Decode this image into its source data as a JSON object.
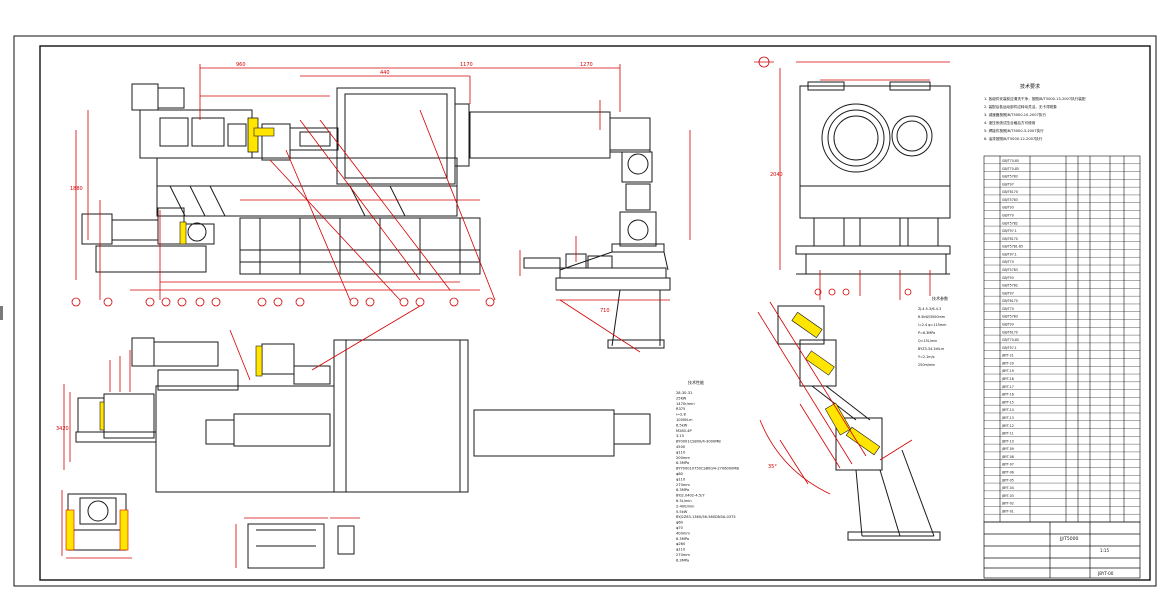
{
  "drawing": {
    "title_block": {
      "drawing_number": "JBYT-00",
      "name": "JJ/T5000",
      "scale": "1:15"
    },
    "notes_title": "技术要求",
    "notes": [
      "1. 各组件安装前应清洗干净，按照JB/T5000.13-2007执行装配",
      "2. 装配后各运动部件应转动灵活，无卡滞现象",
      "3. 减速器按照JB/T5000.10-2007执行",
      "4. 液压系统试压合格后方可使用",
      "5. 焊接件按照JB/T5000.3-2007执行",
      "6. 油漆按照JB/T5000.12-2007执行"
    ],
    "spec_heading": "技术性能",
    "specs": [
      "28-30-31",
      "25KW",
      "1470r/min",
      "R375",
      "i=2.8",
      "1000N.m",
      "6.5kW",
      "M280-4P",
      "3.15",
      "BY0001CS800/4-3000MB",
      "4500",
      "φ110",
      "200mm",
      "6.3MPa",
      "BYY00010750CS800/4-2706000MB",
      "φ80",
      "φ110",
      "270mm",
      "6.3MPa",
      "BYJ2.0402-4.5/7",
      "6.3L/min",
      "2-400/min",
      "5.5kW",
      "BYJ2Z63.1360/56-560DN3A-0375",
      "φ60",
      "φ70",
      "400mm",
      "6.3MPa",
      "φ260",
      "φ110",
      "270mm",
      "6.3MPa"
    ],
    "left_spec_title": "技术参数",
    "left_specs": [
      "ZJ-4.5-3/6-4.3",
      "6.5kW/3000mm",
      "i=2.4 φ=115mm",
      "P=6.3MPa",
      "Q=15L/min",
      "BYZ3-34.1kN.m",
      "Y=2.1m/s",
      "250m/min"
    ],
    "bom_rows": [
      "GB/T70-85",
      "GB/T70-85",
      "GB/T5783",
      "GB/T97",
      "GB/T6170",
      "GB/T5783",
      "GB/T93",
      "GB/T70",
      "GB/T5782",
      "GB/T97.1",
      "GB/T6170",
      "GB/T5781-85",
      "GB/T97.1",
      "GB/T70",
      "GB/T5783",
      "GB/T93",
      "GB/T5782",
      "GB/T97",
      "GB/T6170",
      "GB/T70",
      "GB/T5783",
      "GB/T93",
      "GB/T6170",
      "GB/T70-85",
      "GB/T97.1",
      "JBYT-21",
      "JBYT-20",
      "JBYT-19",
      "JBYT-18",
      "JBYT-17",
      "JBYT-16",
      "JBYT-15",
      "JBYT-14",
      "JBYT-13",
      "JBYT-12",
      "JBYT-11",
      "JBYT-10",
      "JBYT-09",
      "JBYT-08",
      "JBYT-07",
      "JBYT-06",
      "JBYT-05",
      "JBYT-04",
      "JBYT-03",
      "JBYT-02",
      "JBYT-01"
    ],
    "dimensions": {
      "top_left": "960",
      "top_mid1": "440",
      "top_mid2": "1170",
      "top_right": "1270",
      "height_left": "1880",
      "height_right": "2040",
      "side_width": "710",
      "plan_overall": "3420",
      "ang": "35°"
    },
    "colors": {
      "sheet_border": "#111111",
      "view_lines": "#1a1a1a",
      "dimension_red": "#d40000",
      "highlight_yellow": "#ffe500"
    }
  }
}
